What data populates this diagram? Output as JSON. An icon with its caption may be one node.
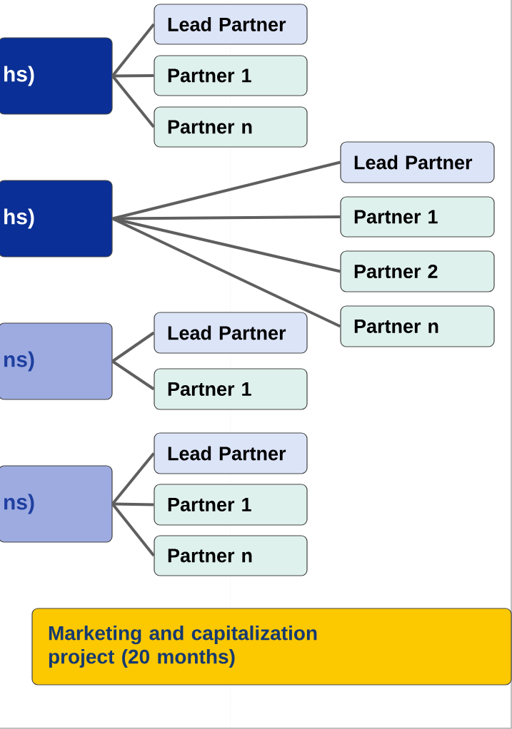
{
  "diagram": {
    "nodes": [
      {
        "text": [
          "hs)"
        ]
      },
      {
        "text": [
          "Lead Partner"
        ]
      },
      {
        "text": [
          "Partner 1"
        ]
      },
      {
        "text": [
          "Partner n"
        ]
      },
      {
        "text": [
          "hs)"
        ]
      },
      {
        "text": [
          "Lead Partner"
        ]
      },
      {
        "text": [
          "Partner 1"
        ]
      },
      {
        "text": [
          "Partner 2"
        ]
      },
      {
        "text": [
          "Partner n"
        ]
      },
      {
        "text": [
          "ns)"
        ]
      },
      {
        "text": [
          "Lead Partner"
        ]
      },
      {
        "text": [
          "Partner 1"
        ]
      },
      {
        "text": [
          "ns)"
        ]
      },
      {
        "text": [
          "Lead Partner"
        ]
      },
      {
        "text": [
          "Partner 1"
        ]
      },
      {
        "text": [
          "Partner n"
        ]
      },
      {
        "text": [
          "Marketing and capitalization project (20 months)"
        ]
      }
    ],
    "edges": [
      {
        "from": 0,
        "to": 1,
        "arrow": "none"
      },
      {
        "from": 0,
        "to": 2,
        "arrow": "none"
      },
      {
        "from": 0,
        "to": 3,
        "arrow": "none"
      },
      {
        "from": 4,
        "to": 5,
        "arrow": "none"
      },
      {
        "from": 4,
        "to": 6,
        "arrow": "none"
      },
      {
        "from": 4,
        "to": 7,
        "arrow": "none"
      },
      {
        "from": 4,
        "to": 8,
        "arrow": "none"
      },
      {
        "from": 9,
        "to": 10,
        "arrow": "none"
      },
      {
        "from": 9,
        "to": 11,
        "arrow": "none"
      },
      {
        "from": 12,
        "to": 13,
        "arrow": "none"
      },
      {
        "from": 12,
        "to": 14,
        "arrow": "none"
      },
      {
        "from": 12,
        "to": 15,
        "arrow": "none"
      }
    ]
  }
}
